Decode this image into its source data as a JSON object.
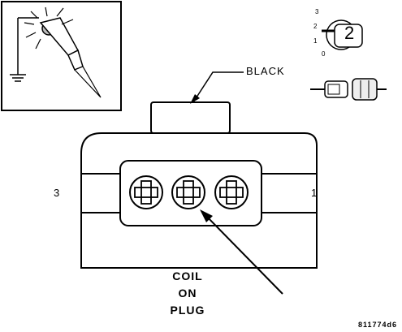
{
  "connector": {
    "color_label": "BLACK",
    "pin_left_label": "3",
    "pin_right_label": "1",
    "callout_lines": [
      "COIL",
      "ON",
      "PLUG"
    ]
  },
  "ignition_key": {
    "positions": [
      "3",
      "2",
      "1",
      "0"
    ],
    "key_position": "2"
  },
  "figure_id": "811774d6",
  "icons": {
    "test_light": "test-light-icon",
    "ignition_switch": "ignition-key-icon",
    "connector_plug": "connector-plug-icon",
    "ground": "ground-symbol-icon"
  }
}
